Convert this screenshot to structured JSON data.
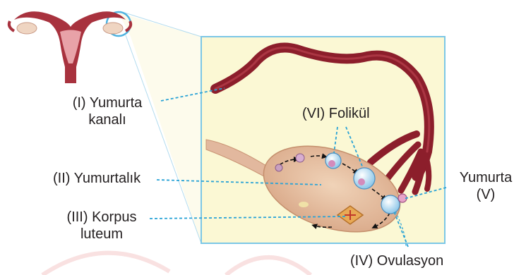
{
  "labels": {
    "fallopian_tube_line1": "(I) Yumurta",
    "fallopian_tube_line2": "kanalı",
    "ovary": "(II) Yumurtalık",
    "corpus_luteum_line1": "(III) Korpus",
    "corpus_luteum_line2": "luteum",
    "ovulation": "(IV) Ovulasyon",
    "egg_line1": "Yumurta",
    "egg_line2": "(V)",
    "follicle": "(VI) Folikül"
  },
  "colors": {
    "panel_fill": "#fbf8d4",
    "panel_border": "#7cc7e6",
    "leader_line": "#2aa3d6",
    "tube": "#8c1e2b",
    "ovary": "#e8c3a3",
    "ligament": "#e2b89e",
    "follicle": "#a8d4ee"
  }
}
